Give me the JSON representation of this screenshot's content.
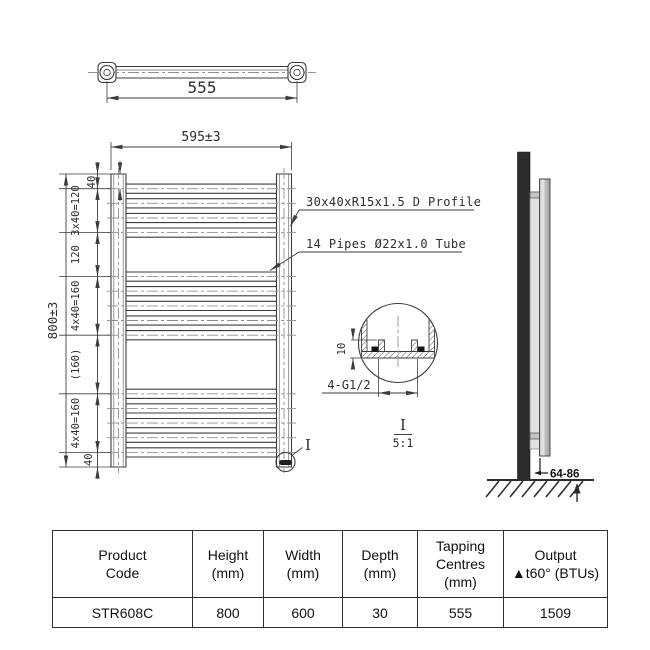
{
  "drawing": {
    "top_view": {
      "tapping_centres_dim": "555"
    },
    "front_view": {
      "width_dim": "595±3",
      "height_dim": "800±3",
      "chain_top_40": "40",
      "chain_3x40": "3x40=120",
      "chain_120": "120",
      "chain_4x40_a": "4x40=160",
      "chain_160_ref": "(160)",
      "chain_4x40_b": "4x40=160",
      "chain_bottom_40": "40",
      "profile_note": "30x40xR15x1.5 D Profile",
      "pipes_note": "14 Pipes Ø22x1.0 Tube",
      "section_marker": "I"
    },
    "detail_view": {
      "boss_height_dim": "10",
      "tapping_note": "4-G1/2",
      "section_name": "I",
      "section_scale": "5:1"
    },
    "side_view": {
      "wall_clearance_dim": "64-86"
    },
    "colors": {
      "drawing_lines": "#3d3d3d",
      "wall_dark": "#2c2c2c",
      "radiator_grey": "#b5b5b5"
    }
  },
  "table": {
    "headers": [
      {
        "l1": "Product",
        "l2": "Code"
      },
      {
        "l1": "Height",
        "l2": "(mm)"
      },
      {
        "l1": "Width",
        "l2": "(mm)"
      },
      {
        "l1": "Depth",
        "l2": "(mm)"
      },
      {
        "l1": "Tapping",
        "l2": "Centres",
        "l3": "(mm)"
      },
      {
        "l1": "Output",
        "l2": "▲t60° (BTUs)"
      }
    ],
    "row": [
      "STR608C",
      "800",
      "600",
      "30",
      "555",
      "1509"
    ]
  }
}
